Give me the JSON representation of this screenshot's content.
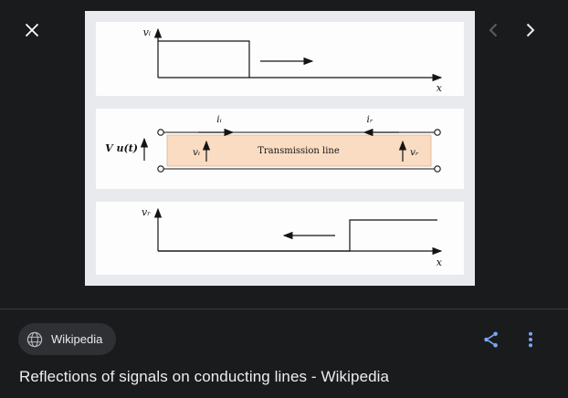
{
  "theme": {
    "background": "#1a1b1d",
    "figure_frame": "#e9eaee",
    "figure_panel": "#fdfdfe",
    "transmission_fill": "#f9dcc2",
    "transmission_stroke": "#d9ab7e",
    "accent_blue": "#7aa5f7",
    "divider": "#3a3c40"
  },
  "icons": {
    "close": "close-x",
    "prev": "chevron-left",
    "next": "chevron-right",
    "globe": "globe",
    "share": "share-nodes",
    "more": "more-vert"
  },
  "figure": {
    "incident": {
      "y_label": "vᵢ",
      "x_label": "x"
    },
    "circuit": {
      "source_label": "V u(t)",
      "incident_current": "iᵢ",
      "reflected_current": "iᵣ",
      "incident_voltage": "vᵢ",
      "reflected_voltage": "vᵣ",
      "line_label": "Transmission line"
    },
    "reflected": {
      "y_label": "vᵣ",
      "x_label": "x"
    }
  },
  "footer": {
    "source_badge": "Wikipedia",
    "title": "Reflections of signals on conducting lines - Wikipedia"
  }
}
